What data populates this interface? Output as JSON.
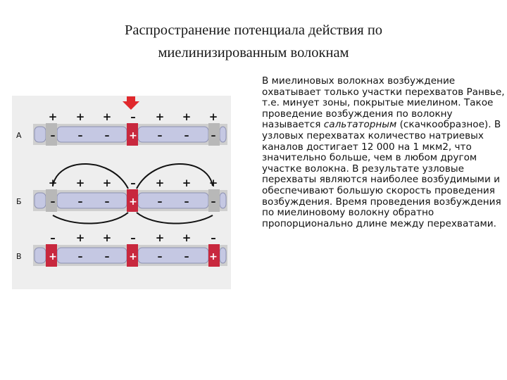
{
  "slide": {
    "title_line1": "Распространение потенциала действия по",
    "title_line2": "миелинизированным волокнам",
    "body_part1": "В миелиновых волокнах возбуждение охватывает только участки перехватов Ранвье, т.е. минует зоны, покрытые миелином. Такое проведение возбуждения по волокну называется ",
    "body_italic": "сальтаторным",
    "body_part2": " (скачкообразное). В узловых перехватах количество натриевых каналов достигает 12 000 на 1 мкм2, что значительно больше, чем в любом другом участке волокна. В результате узловые перехваты являются наиболее возбудимыми и обеспечивают большую скорость проведения возбуждения. Время проведения возбуждения по миелиновому волокну обратно пропорционально длине между перехватами."
  },
  "figure": {
    "colors": {
      "myelin": "#c5c8e3",
      "myelin_stroke": "#8c90b0",
      "axon": "#cfcfcf",
      "active_node": "#c8283e",
      "node": "#b8b8b8",
      "arrow": "#e0282c",
      "sign": "#111111",
      "background": "#eeeeee"
    },
    "stimulus_icon": "red-down-arrow-icon",
    "rows": [
      {
        "letter": "А",
        "top_signs": [
          "+",
          "+",
          "+",
          "–",
          "+",
          "+",
          "+"
        ],
        "bottom_signs": [
          "–",
          "–",
          "–",
          "+",
          "–",
          "–",
          "–"
        ],
        "active_nodes": [
          1
        ],
        "arcs": []
      },
      {
        "letter": "Б",
        "top_signs": [
          "+",
          "+",
          "+",
          "–",
          "+",
          "+",
          "+"
        ],
        "bottom_signs": [
          "–",
          "–",
          "–",
          "+",
          "–",
          "–",
          "–"
        ],
        "active_nodes": [
          1
        ],
        "arcs": [
          "left",
          "right"
        ]
      },
      {
        "letter": "В",
        "top_signs": [
          "–",
          "+",
          "+",
          "–",
          "+",
          "+",
          "–"
        ],
        "bottom_signs": [
          "+",
          "–",
          "–",
          "+",
          "–",
          "–",
          "+"
        ],
        "active_nodes": [
          0,
          1,
          2
        ],
        "arcs": []
      }
    ]
  }
}
